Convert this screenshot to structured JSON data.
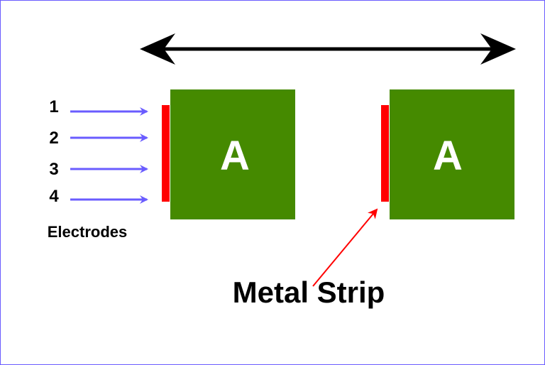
{
  "blocks": [
    {
      "letter": "A"
    },
    {
      "letter": "A"
    }
  ],
  "electrodes": {
    "numbers": [
      "1",
      "2",
      "3",
      "4"
    ],
    "label": "Electrodes"
  },
  "metal_strip": {
    "label": "Metal Strip"
  },
  "colors": {
    "block": "#458a00",
    "strip": "#ff0000",
    "electrode_arrow": "#6a5cff",
    "pointer_arrow": "#ff0000",
    "span_arrow": "#000000",
    "border": "#6a5cff"
  }
}
